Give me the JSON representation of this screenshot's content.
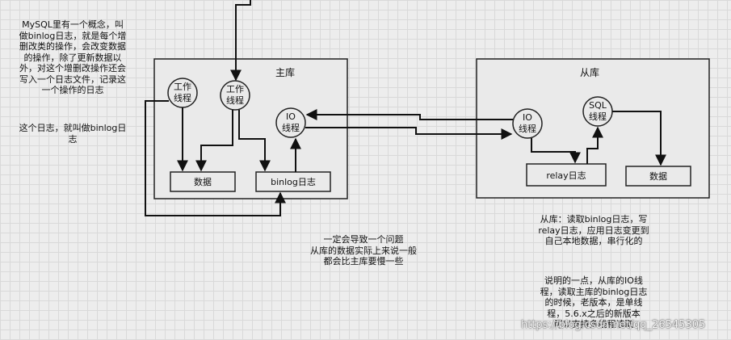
{
  "left_note": {
    "lines": [
      "MySQL里有一个概念，叫",
      "做binlog日志，就是每个增",
      "删改类的操作，会改变数据",
      "的操作，除了更新数据以",
      "外，对这个增删改操作还会",
      "写入一个日志文件，记录这",
      "一个操作的日志"
    ]
  },
  "left_note2": {
    "lines": [
      "这个日志，就叫做binlog日",
      "志"
    ]
  },
  "master": {
    "title": "主库",
    "worker1": [
      "工作",
      "线程"
    ],
    "worker2": [
      "工作",
      "线程"
    ],
    "io_thread": [
      "IO",
      "线程"
    ],
    "data_box": "数据",
    "binlog_box": "binlog日志"
  },
  "slave": {
    "title": "从库",
    "io_thread": [
      "IO",
      "线程"
    ],
    "sql_thread": [
      "SQL",
      "线程"
    ],
    "relay_box": "relay日志",
    "data_box": "数据"
  },
  "mid_note": {
    "lines": [
      "一定会导致一个问题",
      "从库的数据实际上来说一般",
      "都会比主库要慢一些"
    ]
  },
  "right_note1": {
    "lines": [
      "从库：读取binlog日志，写",
      "relay日志，应用日志变更到",
      "自己本地数据，串行化的"
    ]
  },
  "right_note2": {
    "lines": [
      "说明的一点，从库的IO线",
      "程，读取主库的binlog日志",
      "的时候，老版本，是单线",
      "程，5.6.x之后的新版本",
      "可以支持多线程读取"
    ]
  },
  "watermark": "https://blog.csdn.net/qq_26545305"
}
